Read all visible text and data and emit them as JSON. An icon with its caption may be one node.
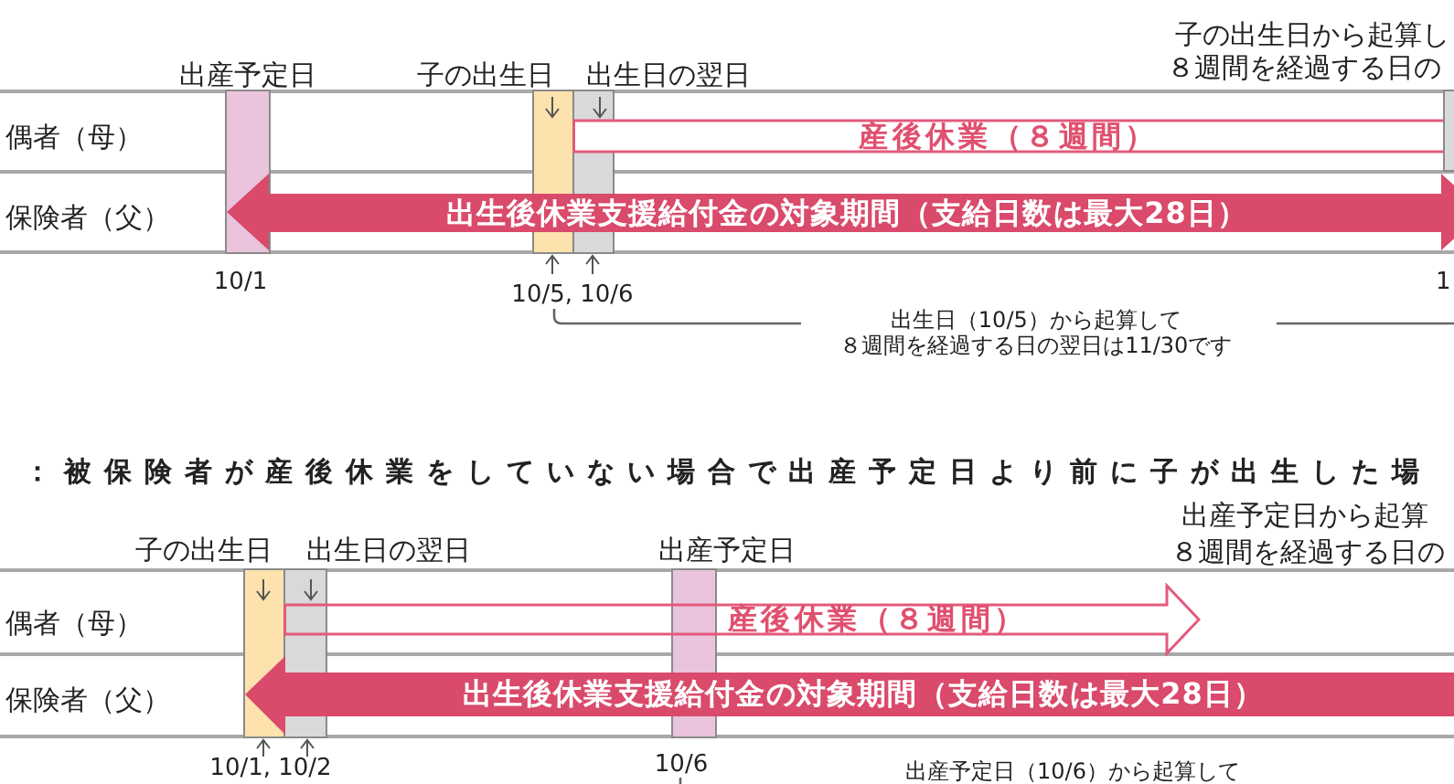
{
  "diagram": {
    "title": "：被保険者が産後休業をしていない場合で出産予定日より前に子が出生した場",
    "nodes": [
      {
        "text": [
          "出産予定日"
        ],
        "beside": [
          "10/1"
        ]
      },
      {
        "text": [
          "子の出生日"
        ]
      },
      {
        "text": [
          "出生日の翌日"
        ]
      },
      {
        "text": [],
        "shape": "bar"
      },
      {
        "text": [
          "産後休業（８週間）"
        ]
      },
      {
        "text": [
          "出生後休業支援給付金の対象期間（支給日数は最大28日）"
        ]
      },
      {
        "text": [
          "子の出生日"
        ]
      },
      {
        "text": [
          "出生日の翌日"
        ]
      },
      {
        "text": [
          "出産予定日"
        ],
        "beside": [
          "10/6"
        ]
      },
      {
        "text": [
          "産後休業（８週間）"
        ]
      },
      {
        "text": [
          "出生後休業支援給付金の対象期間（支給日数は最大28日）"
        ]
      }
    ],
    "labels": [
      "子の出生日から起算し８週間を経過する日の",
      "偶者（母）",
      "保険者（父）",
      "10/5, 10/6",
      "1",
      "出生日（10/5）から起算して８週間を経過する日の翌日は11/30です",
      "出産予定日から起算８週間を経過する日の",
      "偶者（母）",
      "保険者（父）",
      "10/1, 10/2",
      "出産予定日（10/6）から起算して"
    ]
  }
}
